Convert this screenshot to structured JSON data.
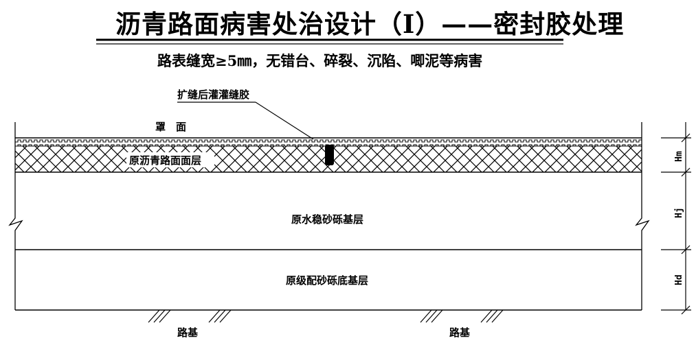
{
  "title": "沥青路面病害处治设计（Ⅰ）——密封胶处理",
  "subtitle": "路表缝宽≥5㎜，无错台、碎裂、沉陷、唧泥等病害",
  "callout": "扩缝后灌灌缝胶",
  "layers": {
    "overlay": "罩　面",
    "asphalt": "原沥青路面面层",
    "base": "原水稳砂砾基层",
    "subbase": "原级配砂砾底基层",
    "subgrade_left": "路基",
    "subgrade_right": "路基"
  },
  "dimensions": {
    "hm": "Hm",
    "hj": "Hj",
    "hd": "Hd"
  },
  "colors": {
    "ink": "#000000",
    "paper": "#ffffff"
  }
}
